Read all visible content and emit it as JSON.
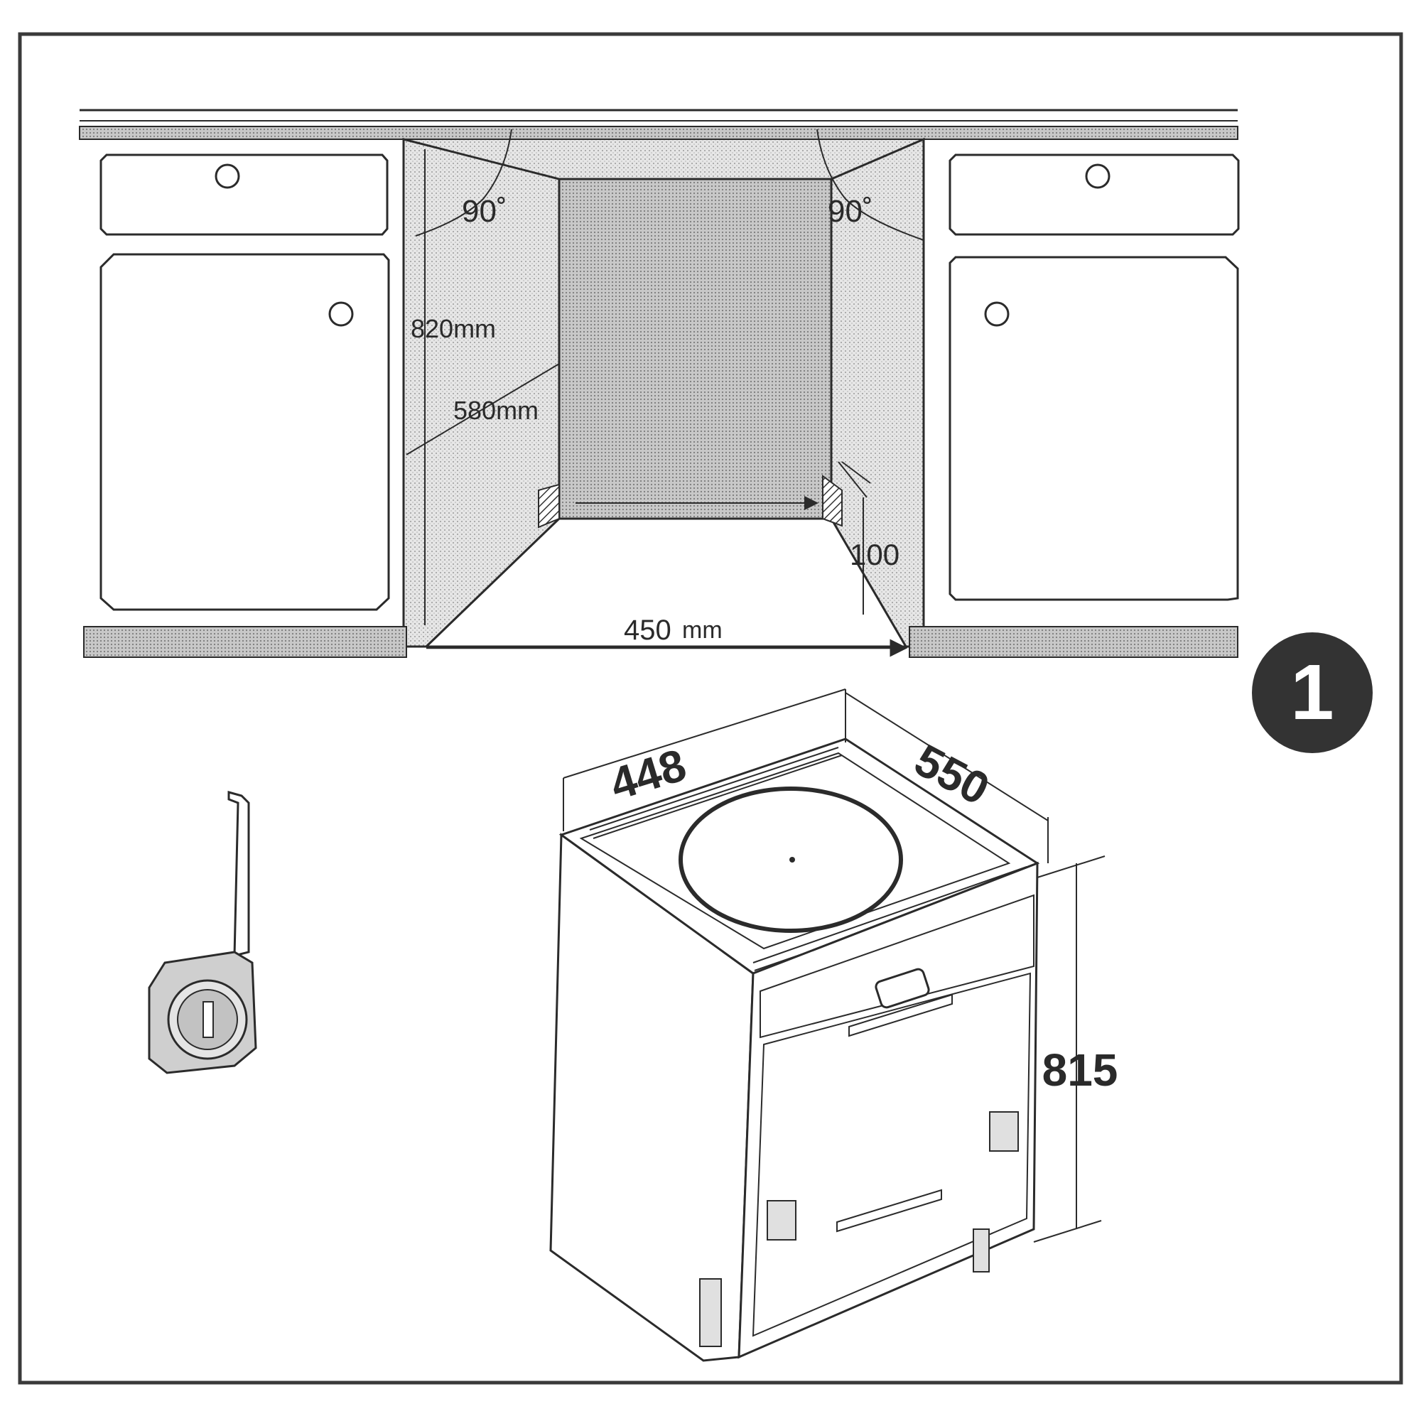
{
  "figure": {
    "step_number": "1",
    "top_view": {
      "angle_left": "90˚",
      "angle_right": "90˚",
      "height_label": "820mm",
      "depth_label": "580mm",
      "width_label_value": "450",
      "width_label_unit": "mm",
      "plinth_label": "100"
    },
    "appliance": {
      "width_label": "448",
      "depth_label": "550",
      "height_label": "815"
    },
    "icons": [
      "tape-measure-icon",
      "step-badge-icon"
    ]
  }
}
